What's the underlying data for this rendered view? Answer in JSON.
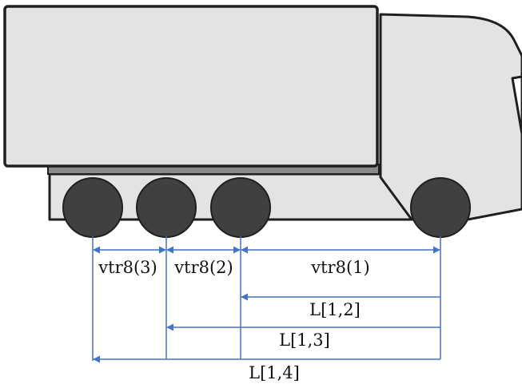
{
  "colors": {
    "body_fill": "#e3e3e3",
    "outline": "#1f1f1f",
    "wheel": "#404040",
    "dimension_line": "#4472c4"
  },
  "labels": {
    "vtr8_3": "vtr8(3)",
    "vtr8_2": "vtr8(2)",
    "vtr8_1": "vtr8(1)",
    "l12": "L[1,2]",
    "l13": "L[1,3]",
    "l14": "L[1,4]"
  }
}
